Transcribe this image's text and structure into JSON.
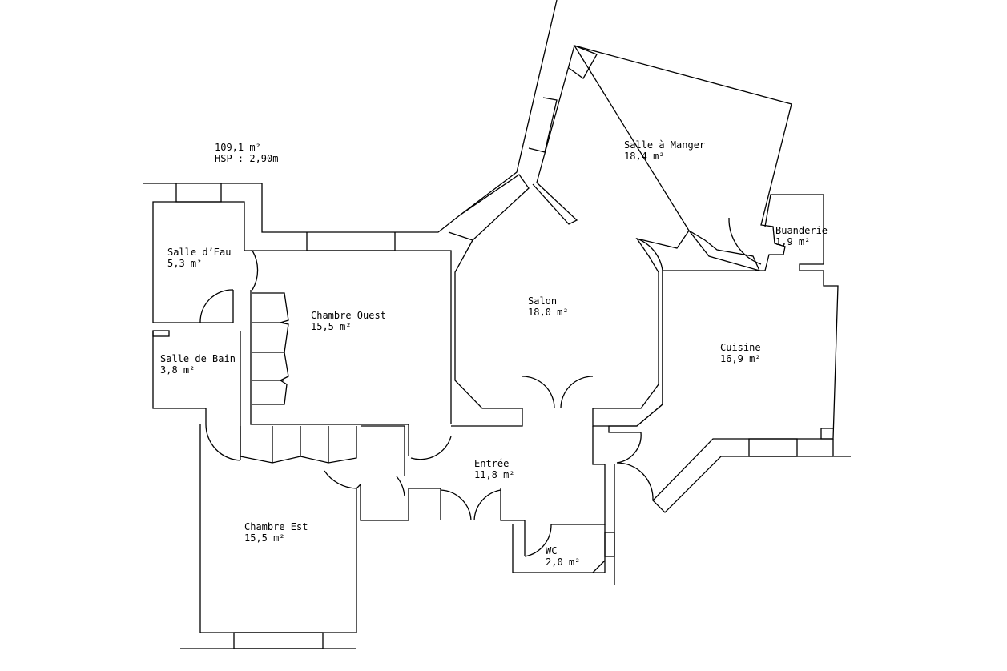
{
  "summary": {
    "total_area": "109,1 m²",
    "ceiling_height": "HSP : 2,90m"
  },
  "rooms": [
    {
      "name": "Salle à Manger",
      "area": "18,4 m²"
    },
    {
      "name": "Buanderie",
      "area": "1,9 m²"
    },
    {
      "name": "Salle d’Eau",
      "area": "5,3 m²"
    },
    {
      "name": "Chambre Ouest",
      "area": "15,5 m²"
    },
    {
      "name": "Salon",
      "area": "18,0 m²"
    },
    {
      "name": "Cuisine",
      "area": "16,9 m²"
    },
    {
      "name": "Salle de Bain",
      "area": "3,8 m²"
    },
    {
      "name": "Entrée",
      "area": "11,8 m²"
    },
    {
      "name": "WC",
      "area": "2,0 m²"
    },
    {
      "name": "Chambre Est",
      "area": "15,5 m²"
    }
  ]
}
